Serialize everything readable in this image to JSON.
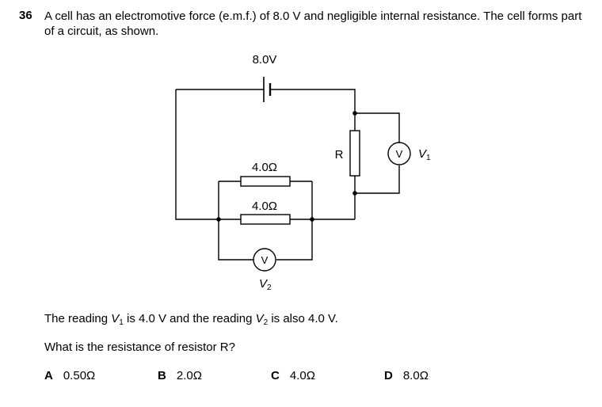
{
  "question": {
    "number": "36",
    "stem": "A cell has an electromotive force (e.m.f.) of 8.0 V and negligible internal resistance. The cell forms part of a circuit, as shown."
  },
  "circuit": {
    "cell_label": "8.0V",
    "resistor_top_label": "4.0Ω",
    "resistor_bottom_label": "4.0Ω",
    "resistor_r_label": "R",
    "voltmeter1_symbol": "V",
    "voltmeter1_name": "V",
    "voltmeter1_sub": "1",
    "voltmeter2_symbol": "V",
    "voltmeter2_name": "V",
    "voltmeter2_sub": "2"
  },
  "info": {
    "text_a": "The reading ",
    "v1_name": "V",
    "v1_sub": "1",
    "text_b": " is 4.0 V and the reading ",
    "v2_name": "V",
    "v2_sub": "2",
    "text_c": " is also 4.0 V."
  },
  "ask": "What is the resistance of resistor R?",
  "options": [
    {
      "letter": "A",
      "value": "0.50Ω"
    },
    {
      "letter": "B",
      "value": "2.0Ω"
    },
    {
      "letter": "C",
      "value": "4.0Ω"
    },
    {
      "letter": "D",
      "value": "8.0Ω"
    }
  ]
}
